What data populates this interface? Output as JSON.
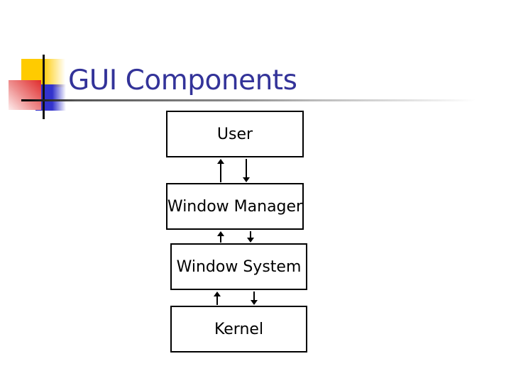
{
  "slide": {
    "title": "GUI Components",
    "title_color": "#333399"
  },
  "decoration": {
    "yellow_square_color": "#FFCB00",
    "red_square_color": "#E02B2B",
    "blue_square_color": "#3333CC",
    "crosshair_color": "#111111",
    "rule_gradient": [
      "#000000",
      "#FFFFFF"
    ]
  },
  "diagram": {
    "boxes": [
      {
        "label": "User"
      },
      {
        "label": "Window Manager"
      },
      {
        "label": "Window System"
      },
      {
        "label": "Kernel"
      }
    ],
    "connections": [
      {
        "from": "User",
        "to": "Window Manager",
        "type": "bidirectional"
      },
      {
        "from": "Window Manager",
        "to": "Window System",
        "type": "bidirectional"
      },
      {
        "from": "Window System",
        "to": "Kernel",
        "type": "bidirectional"
      }
    ]
  }
}
